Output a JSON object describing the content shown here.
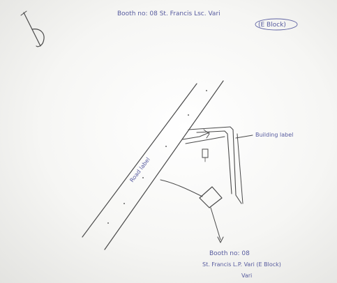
{
  "header_note": {
    "line1": "Booth no: 08  St. Francis Lsc. Vari",
    "line2": "(E Block)"
  },
  "footer_note": {
    "booth_label": "Booth no: 08",
    "line2": "St. Francis L.P. Vari (E Block)",
    "line3": "Vari"
  },
  "labels": {
    "road": "Road label",
    "building": "Building label"
  },
  "colors": {
    "ink": "#3a3f8f",
    "pencil": "#4a4a4a",
    "paper": "#f6f6f4"
  }
}
